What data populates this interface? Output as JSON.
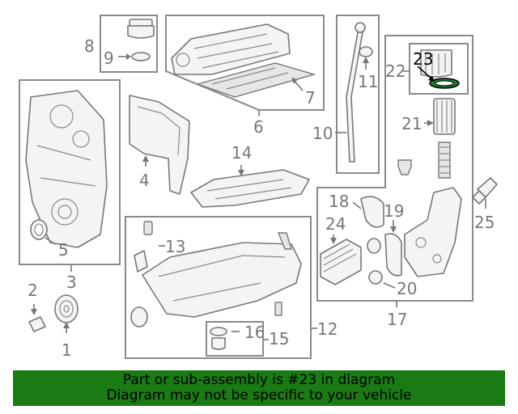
{
  "diagram": {
    "callouts": {
      "c1": "1",
      "c2": "2",
      "c3": "3",
      "c4": "4",
      "c5": "5",
      "c6": "6",
      "c7": "7",
      "c8": "8",
      "c9": "9",
      "c10": "10",
      "c11": "11",
      "c12": "12",
      "c13": "13",
      "c14": "14",
      "c15": "15",
      "c16": "16",
      "c17": "17",
      "c18": "18",
      "c19": "19",
      "c20": "20",
      "c21": "21",
      "c22": "22",
      "c23": "23",
      "c24": "24",
      "c25": "25"
    },
    "highlighted_part": "23",
    "colors": {
      "highlight_ring": "#1e7a2a",
      "banner_bg": "#1a7a14",
      "line_gray": "#777777"
    }
  },
  "banner": {
    "line1": "Part or sub-assembly is #23 in diagram",
    "line2": "Diagram may not be specific to your vehicle"
  }
}
